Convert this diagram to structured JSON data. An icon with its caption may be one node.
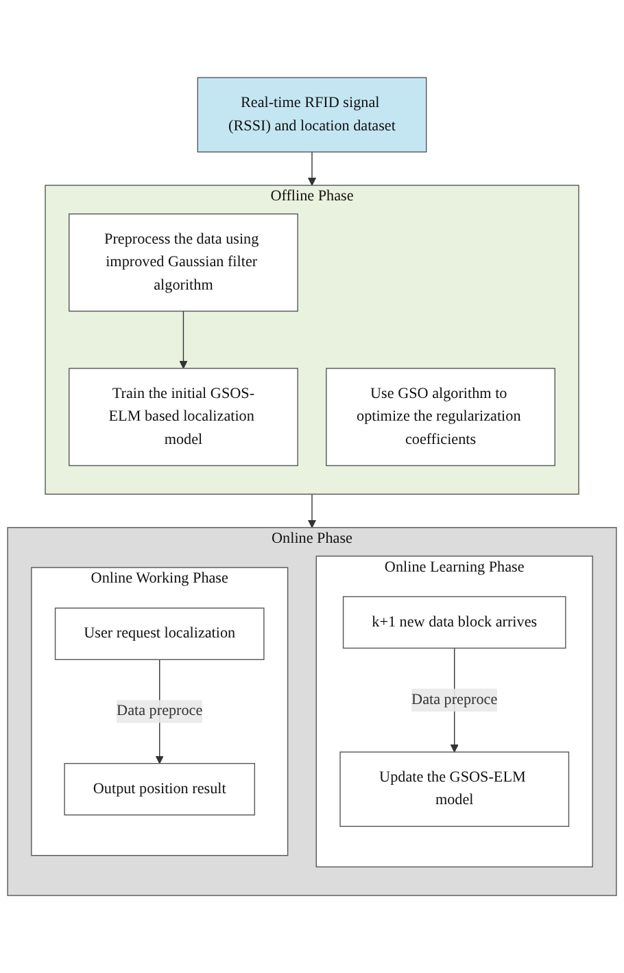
{
  "diagram": {
    "nodes": [
      {
        "text": [
          "Real-time RFID signal (RSSI) and location dataset"
        ]
      },
      {
        "text": [
          "Offline Phase"
        ]
      },
      {
        "text": [
          "Preprocess the data using improved Gaussian filter algorithm"
        ],
        "in": 1
      },
      {
        "text": [
          "Use GSO algorithm to optimize the regularization coefficients"
        ],
        "in": 1
      },
      {
        "text": [
          "Train the initial GSOS-ELM based localization model"
        ],
        "in": 1
      },
      {
        "text": [
          "Online Phase"
        ]
      },
      {
        "text": [
          "Online Learning Phase"
        ],
        "in": 5
      },
      {
        "text": [
          "k+1 new data block arrives"
        ],
        "in": 6
      },
      {
        "text": [
          "Update the GSOS-ELM model"
        ],
        "in": 6
      },
      {
        "text": [
          "Online Working Phase"
        ],
        "in": 5
      },
      {
        "text": [
          "User request localization"
        ],
        "in": 9
      },
      {
        "text": [
          "Output position result"
        ],
        "in": 9
      }
    ],
    "edges": [
      {
        "from": 0,
        "to": 1,
        "arrow": "to"
      },
      {
        "from": 2,
        "to": 4,
        "arrow": "to"
      },
      {
        "from": 1,
        "to": 5,
        "arrow": "to"
      },
      {
        "from": 7,
        "to": 8,
        "label": "Data preproce",
        "arrow": "to"
      },
      {
        "from": 10,
        "to": 11,
        "label": "Data preproce",
        "arrow": "to"
      }
    ]
  }
}
